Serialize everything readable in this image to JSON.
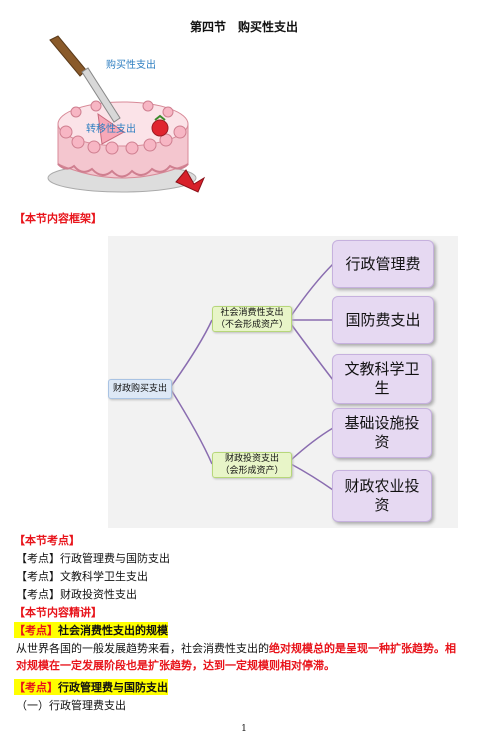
{
  "title": "第四节　购买性支出",
  "illustration": {
    "label_top": "购买性支出",
    "label_bottom": "转移性支出"
  },
  "framework_heading": "【本节内容框架】",
  "diagram": {
    "root": "财政购买支出",
    "branch1_line1": "社会消费性支出",
    "branch1_line2": "（不会形成资产）",
    "branch2_line1": "财政投资支出",
    "branch2_line2": "（会形成资产）",
    "leaf1": "行政管理费",
    "leaf2": "国防费支出",
    "leaf3": "文教科学卫生",
    "leaf4": "基础设施投资",
    "leaf5": "财政农业投资",
    "colors": {
      "root_fill": "#dde8f6",
      "branch_fill": "#e8f5c8",
      "leaf_fill": "#e6d9f2",
      "connector": "#8a6db0"
    }
  },
  "kaodian_heading": "【本节考点】",
  "kaodian_items": [
    "【考点】行政管理费与国防支出",
    "【考点】文教科学卫生支出",
    "【考点】财政投资性支出"
  ],
  "jingjiang_heading": "【本节内容精讲】",
  "section1": {
    "tag": "【考点】",
    "title": "社会消费性支出的规模",
    "para_plain": "从世界各国的一般发展趋势来看，社会消费性支出的",
    "para_em": "绝对规模总的是呈现一种扩张趋势。相对规模在一定发展阶段也是扩张趋势，达到一定规模则相对停滞。"
  },
  "section2": {
    "tag": "【考点】",
    "title": "行政管理费与国防支出",
    "sub": "（一）行政管理费支出"
  },
  "page_number": "1"
}
